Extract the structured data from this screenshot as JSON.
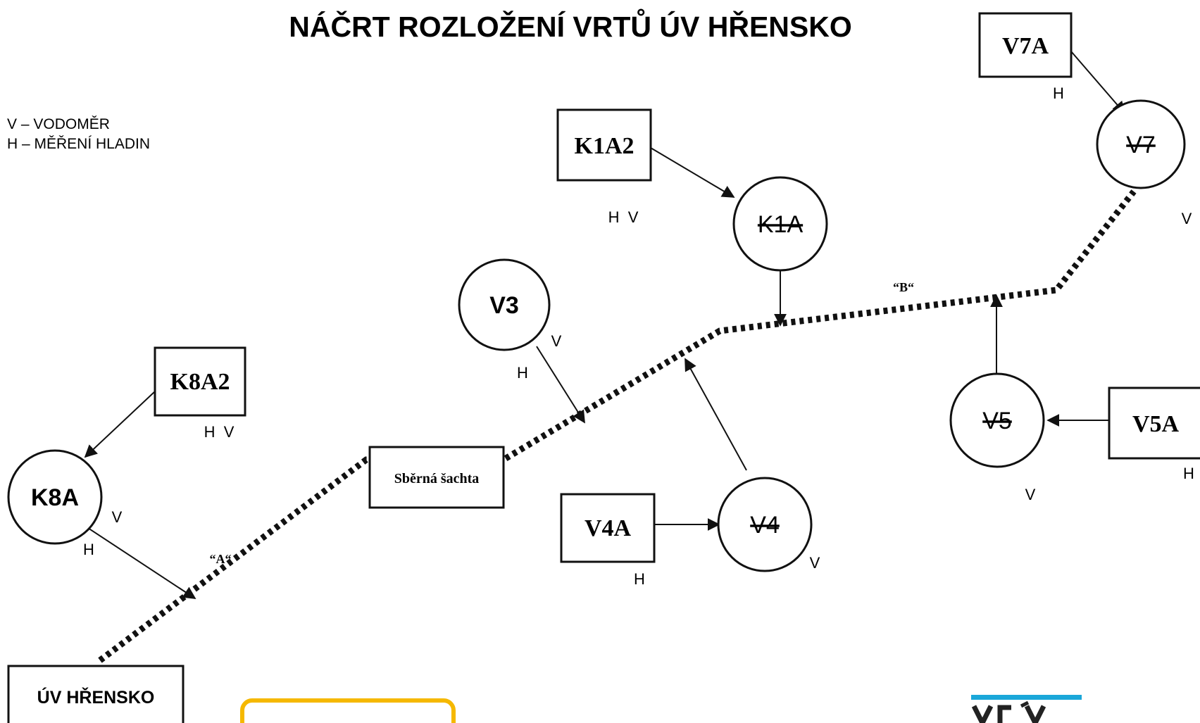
{
  "title": "NÁČRT ROZLOŽENÍ VRTŮ ÚV HŘENSKO",
  "legend": {
    "v": "V – VODOMĚR",
    "h": "H – MĚŘENÍ HLADIN"
  },
  "nodes": {
    "v7a": "V7A",
    "v7": "V7",
    "k1a2": "K1A2",
    "k1a": "K1A",
    "v3": "V3",
    "k8a2": "K8A2",
    "k8a": "K8A",
    "sachta": "Sběrná šachta",
    "v4a": "V4A",
    "v4": "V4",
    "v5": "V5",
    "v5a": "V5A",
    "uv": "ÚV HŘENSKO"
  },
  "marks": {
    "h": "H",
    "v": "V",
    "hv": "H  V"
  },
  "segments": {
    "a": "“A“",
    "b": "“B“"
  },
  "colors": {
    "logo_left": "#f5b800",
    "logo_right": "#1aa7d9"
  }
}
